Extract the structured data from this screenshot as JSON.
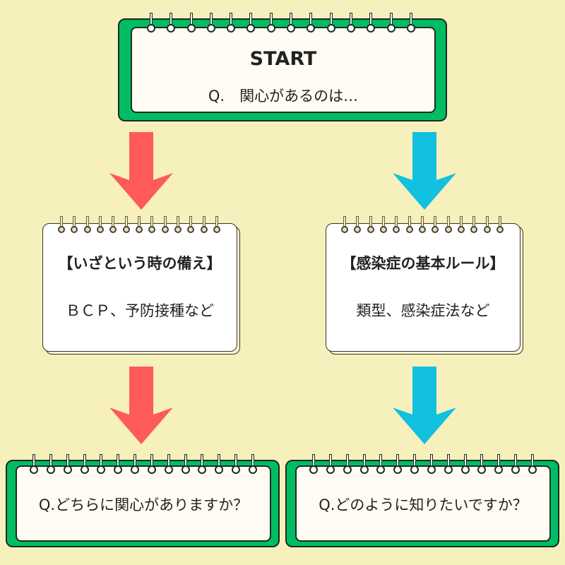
{
  "colors": {
    "background": "#f6f0bd",
    "green_frame": "#00bd63",
    "arrow_left": "#ff5a5a",
    "arrow_right": "#12c0e0"
  },
  "start": {
    "title": "START",
    "question": "Q.　関心があるのは…"
  },
  "left_branch": {
    "arrow_icon": "down-arrow-red",
    "card_title": "【いざという時の備え】",
    "card_text": "ＢＣＰ、予防接種など",
    "question": "Q.どちらに関心がありますか？"
  },
  "right_branch": {
    "arrow_icon": "down-arrow-blue",
    "card_title": "【感染症の基本ルール】",
    "card_text": "類型、感染症法など",
    "question": "Q.どのように知りたいですか？"
  }
}
